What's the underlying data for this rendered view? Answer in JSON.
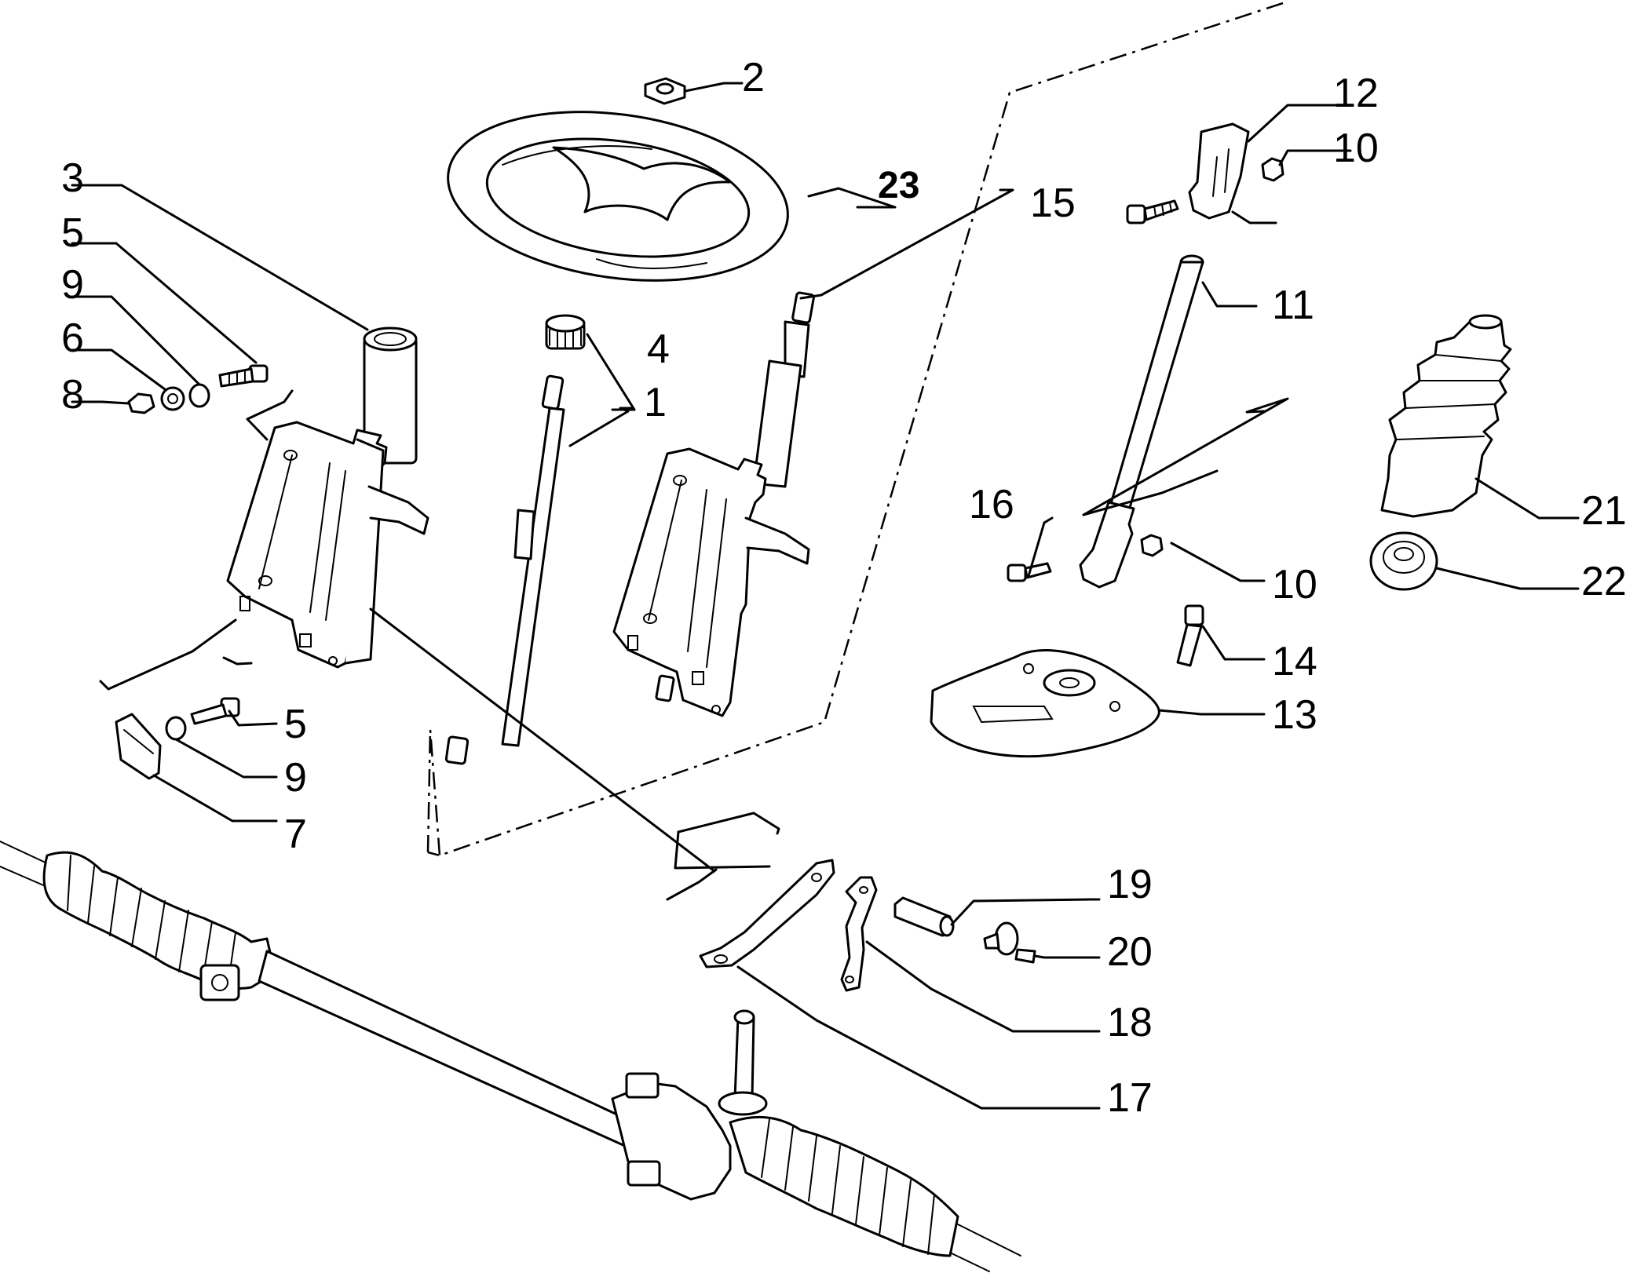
{
  "callouts": {
    "c1": "1",
    "c2": "2",
    "c3": "3",
    "c4": "4",
    "c5a": "5",
    "c5b": "5",
    "c6": "6",
    "c7": "7",
    "c8": "8",
    "c9a": "9",
    "c9b": "9",
    "c10a": "10",
    "c10b": "10",
    "c11": "11",
    "c12": "12",
    "c13": "13",
    "c14": "14",
    "c15": "15",
    "c16": "16",
    "c17": "17",
    "c18": "18",
    "c19": "19",
    "c20": "20",
    "c21": "21",
    "c22": "22",
    "c23": "23"
  },
  "colors": {
    "line": "#000000",
    "background": "#ffffff"
  }
}
